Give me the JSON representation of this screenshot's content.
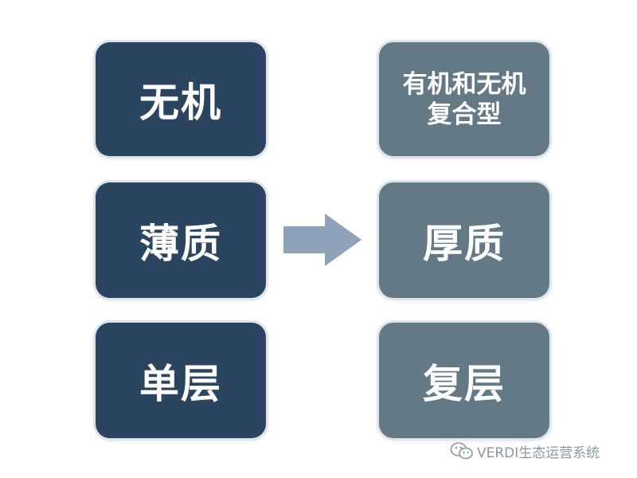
{
  "left_column": [
    {
      "label": "无机"
    },
    {
      "label": "薄质"
    },
    {
      "label": "单层"
    }
  ],
  "right_column": [
    {
      "label_line1": "有机和无机",
      "label_line2": "复合型"
    },
    {
      "label": "厚质"
    },
    {
      "label": "复层"
    }
  ],
  "watermark": {
    "text": "VERDI生态运营系统",
    "icon": "wechat-icon"
  },
  "colors": {
    "left_box": "#2b4560",
    "right_box": "#637a86",
    "arrow": "#8ea3b9"
  }
}
